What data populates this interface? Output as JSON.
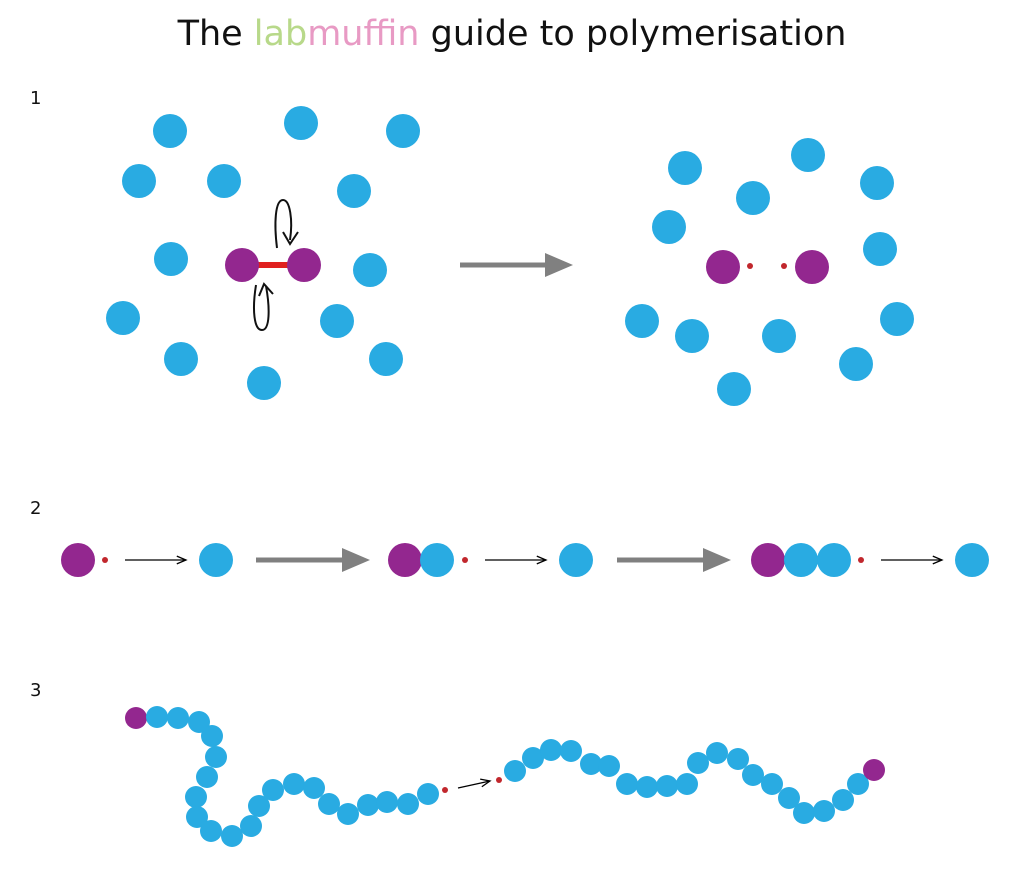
{
  "title": {
    "before": "The ",
    "lab": "lab",
    "muffin": "muffin",
    "after": " guide to polymerisation"
  },
  "steps": [
    {
      "label": "1"
    },
    {
      "label": "2"
    },
    {
      "label": "3"
    }
  ],
  "colors": {
    "monomer": "#29abe2",
    "initiator": "#93278f",
    "bond": "#e0201f",
    "radical": "#c1272d",
    "big_arrow": "#808080",
    "small_arrow": "#000000",
    "lab": "#b8d98a",
    "muffin": "#e89ac4"
  }
}
